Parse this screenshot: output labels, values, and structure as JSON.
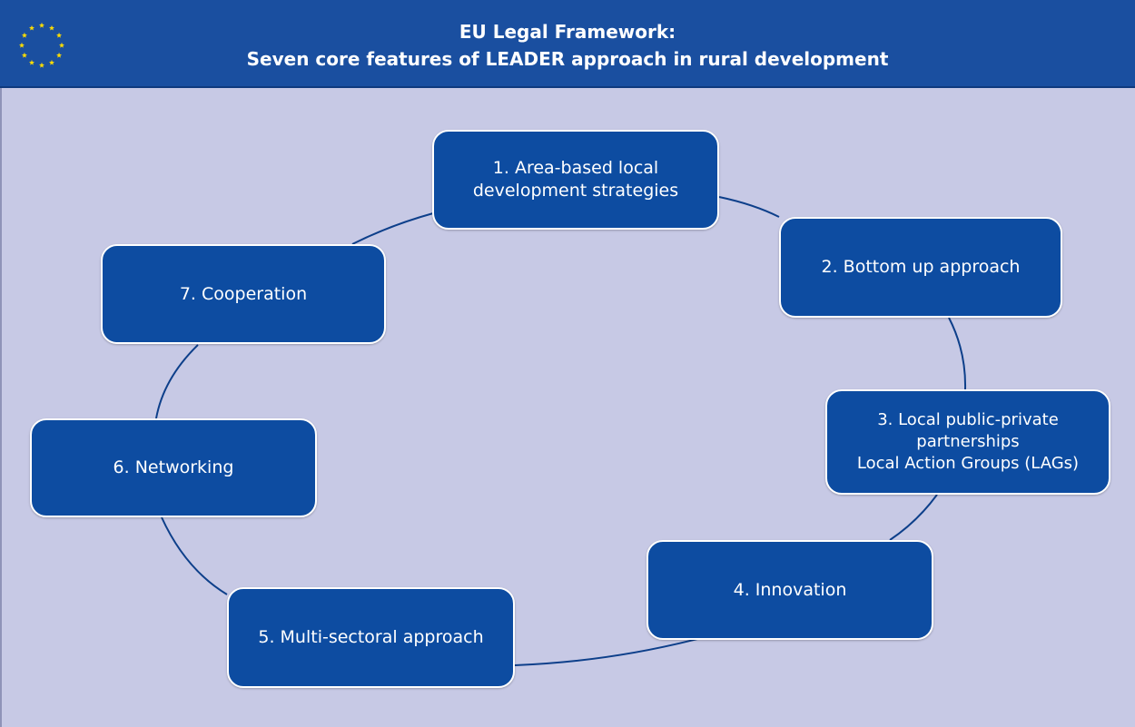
{
  "header": {
    "title_line1": "EU Legal Framework:",
    "title_line2": "Seven core features of LEADER approach in rural development"
  },
  "icons": {
    "flag": "eu-flag-icon"
  },
  "colors": {
    "header_bg": "#1a4fa0",
    "canvas_bg": "#c7c9e5",
    "node_fill": "#0d4ca1",
    "node_border": "#ffffff",
    "link": "#0d3f8a",
    "star": "#ffdd00"
  },
  "diagram": {
    "nodes": [
      {
        "id": "n1",
        "label": "1. Area-based local\ndevelopment strategies"
      },
      {
        "id": "n2",
        "label": "2. Bottom up approach"
      },
      {
        "id": "n3",
        "label": "3. Local public-private\npartnerships\nLocal Action Groups (LAGs)"
      },
      {
        "id": "n4",
        "label": "4. Innovation"
      },
      {
        "id": "n5",
        "label": "5. Multi-sectoral approach"
      },
      {
        "id": "n6",
        "label": "6. Networking"
      },
      {
        "id": "n7",
        "label": "7. Cooperation"
      }
    ],
    "edges": [
      {
        "from": "n1",
        "to": "n2"
      },
      {
        "from": "n2",
        "to": "n3"
      },
      {
        "from": "n3",
        "to": "n4"
      },
      {
        "from": "n4",
        "to": "n5"
      },
      {
        "from": "n5",
        "to": "n6"
      },
      {
        "from": "n6",
        "to": "n7"
      },
      {
        "from": "n7",
        "to": "n1"
      }
    ]
  }
}
